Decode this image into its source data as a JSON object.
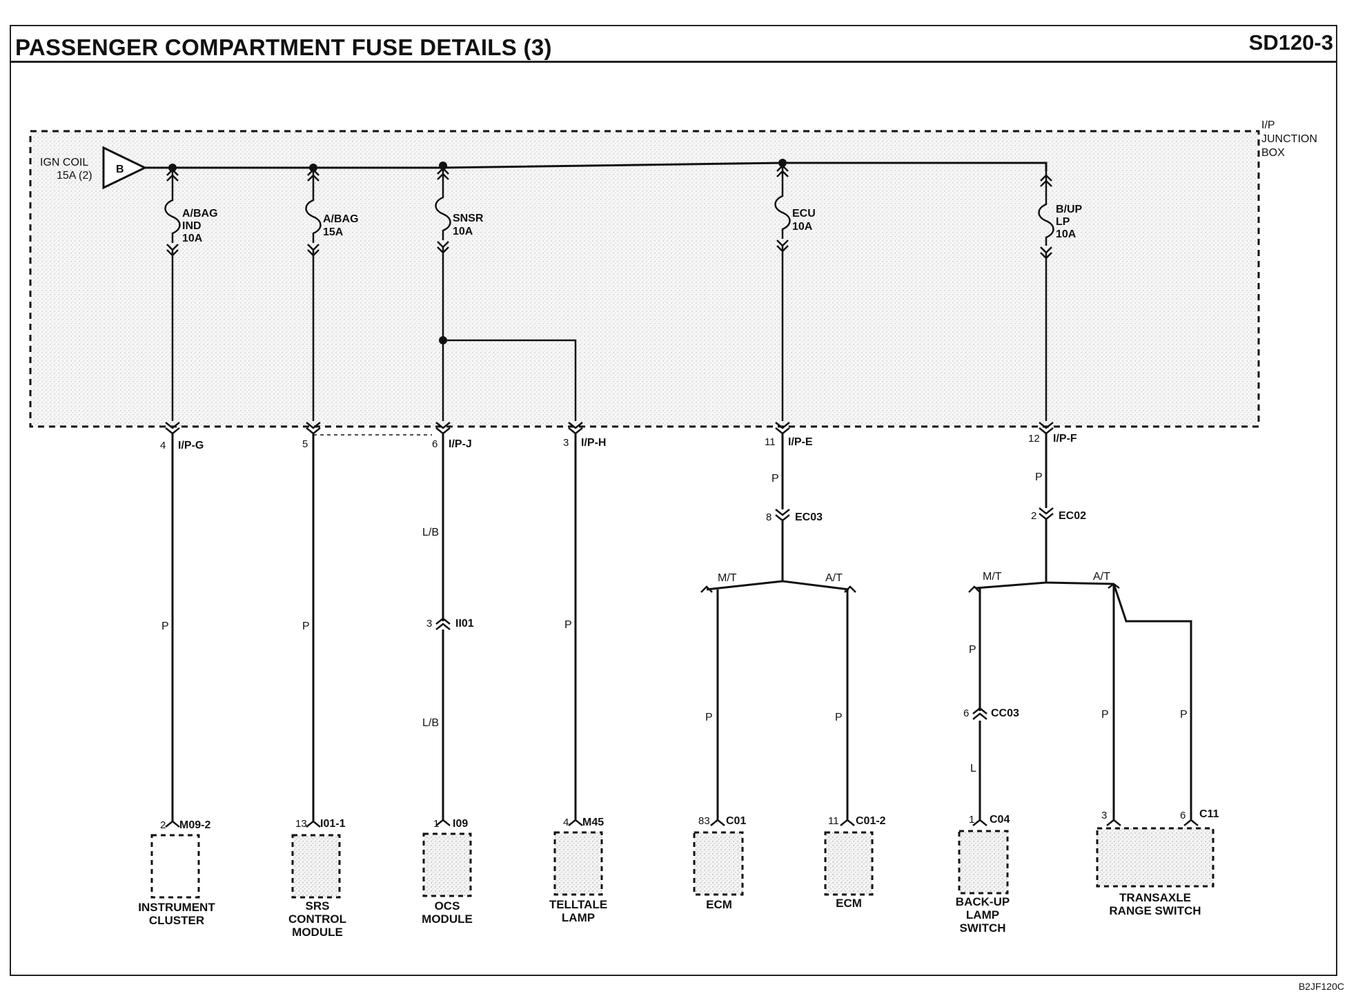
{
  "page": {
    "title": "PASSENGER COMPARTMENT FUSE DETAILS (3)",
    "code": "SD120-3",
    "image_code": "B2JF120C"
  },
  "junction_box": {
    "label_line1": "I/P",
    "label_line2": "JUNCTION",
    "label_line3": "BOX"
  },
  "source": {
    "line1": "IGN COIL",
    "line2": "15A (2)",
    "symbol": "B"
  },
  "fuses": [
    {
      "lines": [
        "A/BAG",
        "IND",
        "10A"
      ]
    },
    {
      "lines": [
        "A/BAG",
        "15A"
      ]
    },
    {
      "lines": [
        "SNSR",
        "10A"
      ]
    },
    {
      "lines": [
        "ECU",
        "10A"
      ]
    },
    {
      "lines": [
        "B/UP",
        "LP",
        "10A"
      ]
    }
  ],
  "jb_connectors": [
    {
      "pin": "4",
      "name": "I/P-G"
    },
    {
      "pin": "5",
      "name": ""
    },
    {
      "pin": "6",
      "name": "I/P-J"
    },
    {
      "pin": "3",
      "name": "I/P-H"
    },
    {
      "pin": "11",
      "name": "I/P-E"
    },
    {
      "pin": "12",
      "name": "I/P-F"
    }
  ],
  "wire_colors": {
    "c1": "P",
    "c2": "P",
    "c3_top": "L/B",
    "c3_bottom": "L/B",
    "c4": "P",
    "c5_top": "P",
    "c5_mt": "P",
    "c5_at": "P",
    "c6_top": "P",
    "c6_mt_top": "P",
    "c6_mt_bottom": "L",
    "c6_at1": "P",
    "c6_at2": "P"
  },
  "inline_connectors": [
    {
      "pin": "3",
      "name": "II01"
    },
    {
      "pin": "8",
      "name": "EC03"
    },
    {
      "pin": "2",
      "name": "EC02"
    },
    {
      "pin": "6",
      "name": "CC03"
    }
  ],
  "branches": {
    "mt": "M/T",
    "at": "A/T"
  },
  "component_pins": [
    {
      "pin": "2",
      "name": "M09-2"
    },
    {
      "pin": "13",
      "name": "I01-1"
    },
    {
      "pin": "1",
      "name": "I09"
    },
    {
      "pin": "4",
      "name": "M45"
    },
    {
      "pin": "83",
      "name": "C01"
    },
    {
      "pin": "11",
      "name": "C01-2"
    },
    {
      "pin": "1",
      "name": "C04"
    },
    {
      "pin": "3",
      "name": ""
    },
    {
      "pin": "6",
      "name": "C11"
    }
  ],
  "components": [
    {
      "lines": [
        "INSTRUMENT",
        "CLUSTER"
      ]
    },
    {
      "lines": [
        "SRS",
        "CONTROL",
        "MODULE"
      ]
    },
    {
      "lines": [
        "OCS",
        "MODULE"
      ]
    },
    {
      "lines": [
        "TELLTALE",
        "LAMP"
      ]
    },
    {
      "lines": [
        "ECM"
      ]
    },
    {
      "lines": [
        "ECM"
      ]
    },
    {
      "lines": [
        "BACK-UP",
        "LAMP",
        "SWITCH"
      ]
    },
    {
      "lines": [
        "TRANSAXLE",
        "RANGE SWITCH"
      ]
    }
  ]
}
